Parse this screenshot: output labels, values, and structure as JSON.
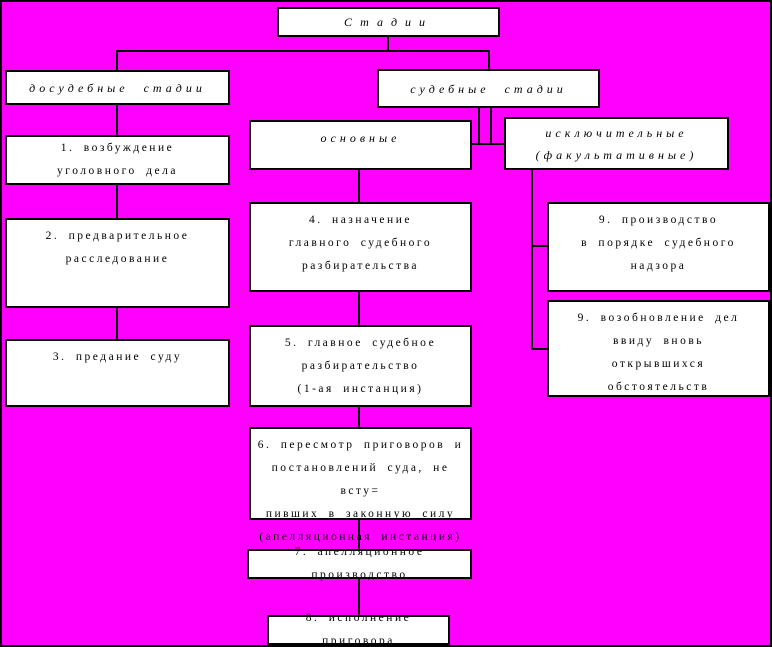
{
  "colors": {
    "background": "#FF00FF",
    "box_fill": "#FFFFFF",
    "line": "#000000",
    "text": "#000000"
  },
  "diagram": {
    "type": "flowchart",
    "language": "ru",
    "title": {
      "text": "Стадии"
    },
    "branches": {
      "pretrial": {
        "text": "досудебные стадии"
      },
      "trial": {
        "text": "судебные стадии"
      }
    },
    "groups": {
      "main": {
        "text": "основные"
      },
      "exceptional": {
        "text": "исключительные\n(факультативные)"
      }
    },
    "stages": {
      "s1": {
        "text": "1. возбуждение\nуголовного дела"
      },
      "s2": {
        "text": "2. предварительное\nрасследование"
      },
      "s3": {
        "text": "3. предание суду"
      },
      "s4": {
        "text": "4. назначение\nглавного судебного\nразбирательства"
      },
      "s5": {
        "text": "5. главное судебное\nразбирательство\n(1-ая инстанция)"
      },
      "s6": {
        "text": "6. пересмотр приговоров и\nпостановлений суда, не всту=\nпивших в законную силу\n(апелляционная инстанция)"
      },
      "s7": {
        "text": "7. апелляционное производство"
      },
      "s8": {
        "text": "8. исполнение приговора"
      },
      "s9a": {
        "text": "9. производство\nв порядке судебного\nнадзора"
      },
      "s9b": {
        "text": "9. возобновление дел\nввиду вновь\nоткрывшихся\nобстоятельств"
      }
    }
  }
}
